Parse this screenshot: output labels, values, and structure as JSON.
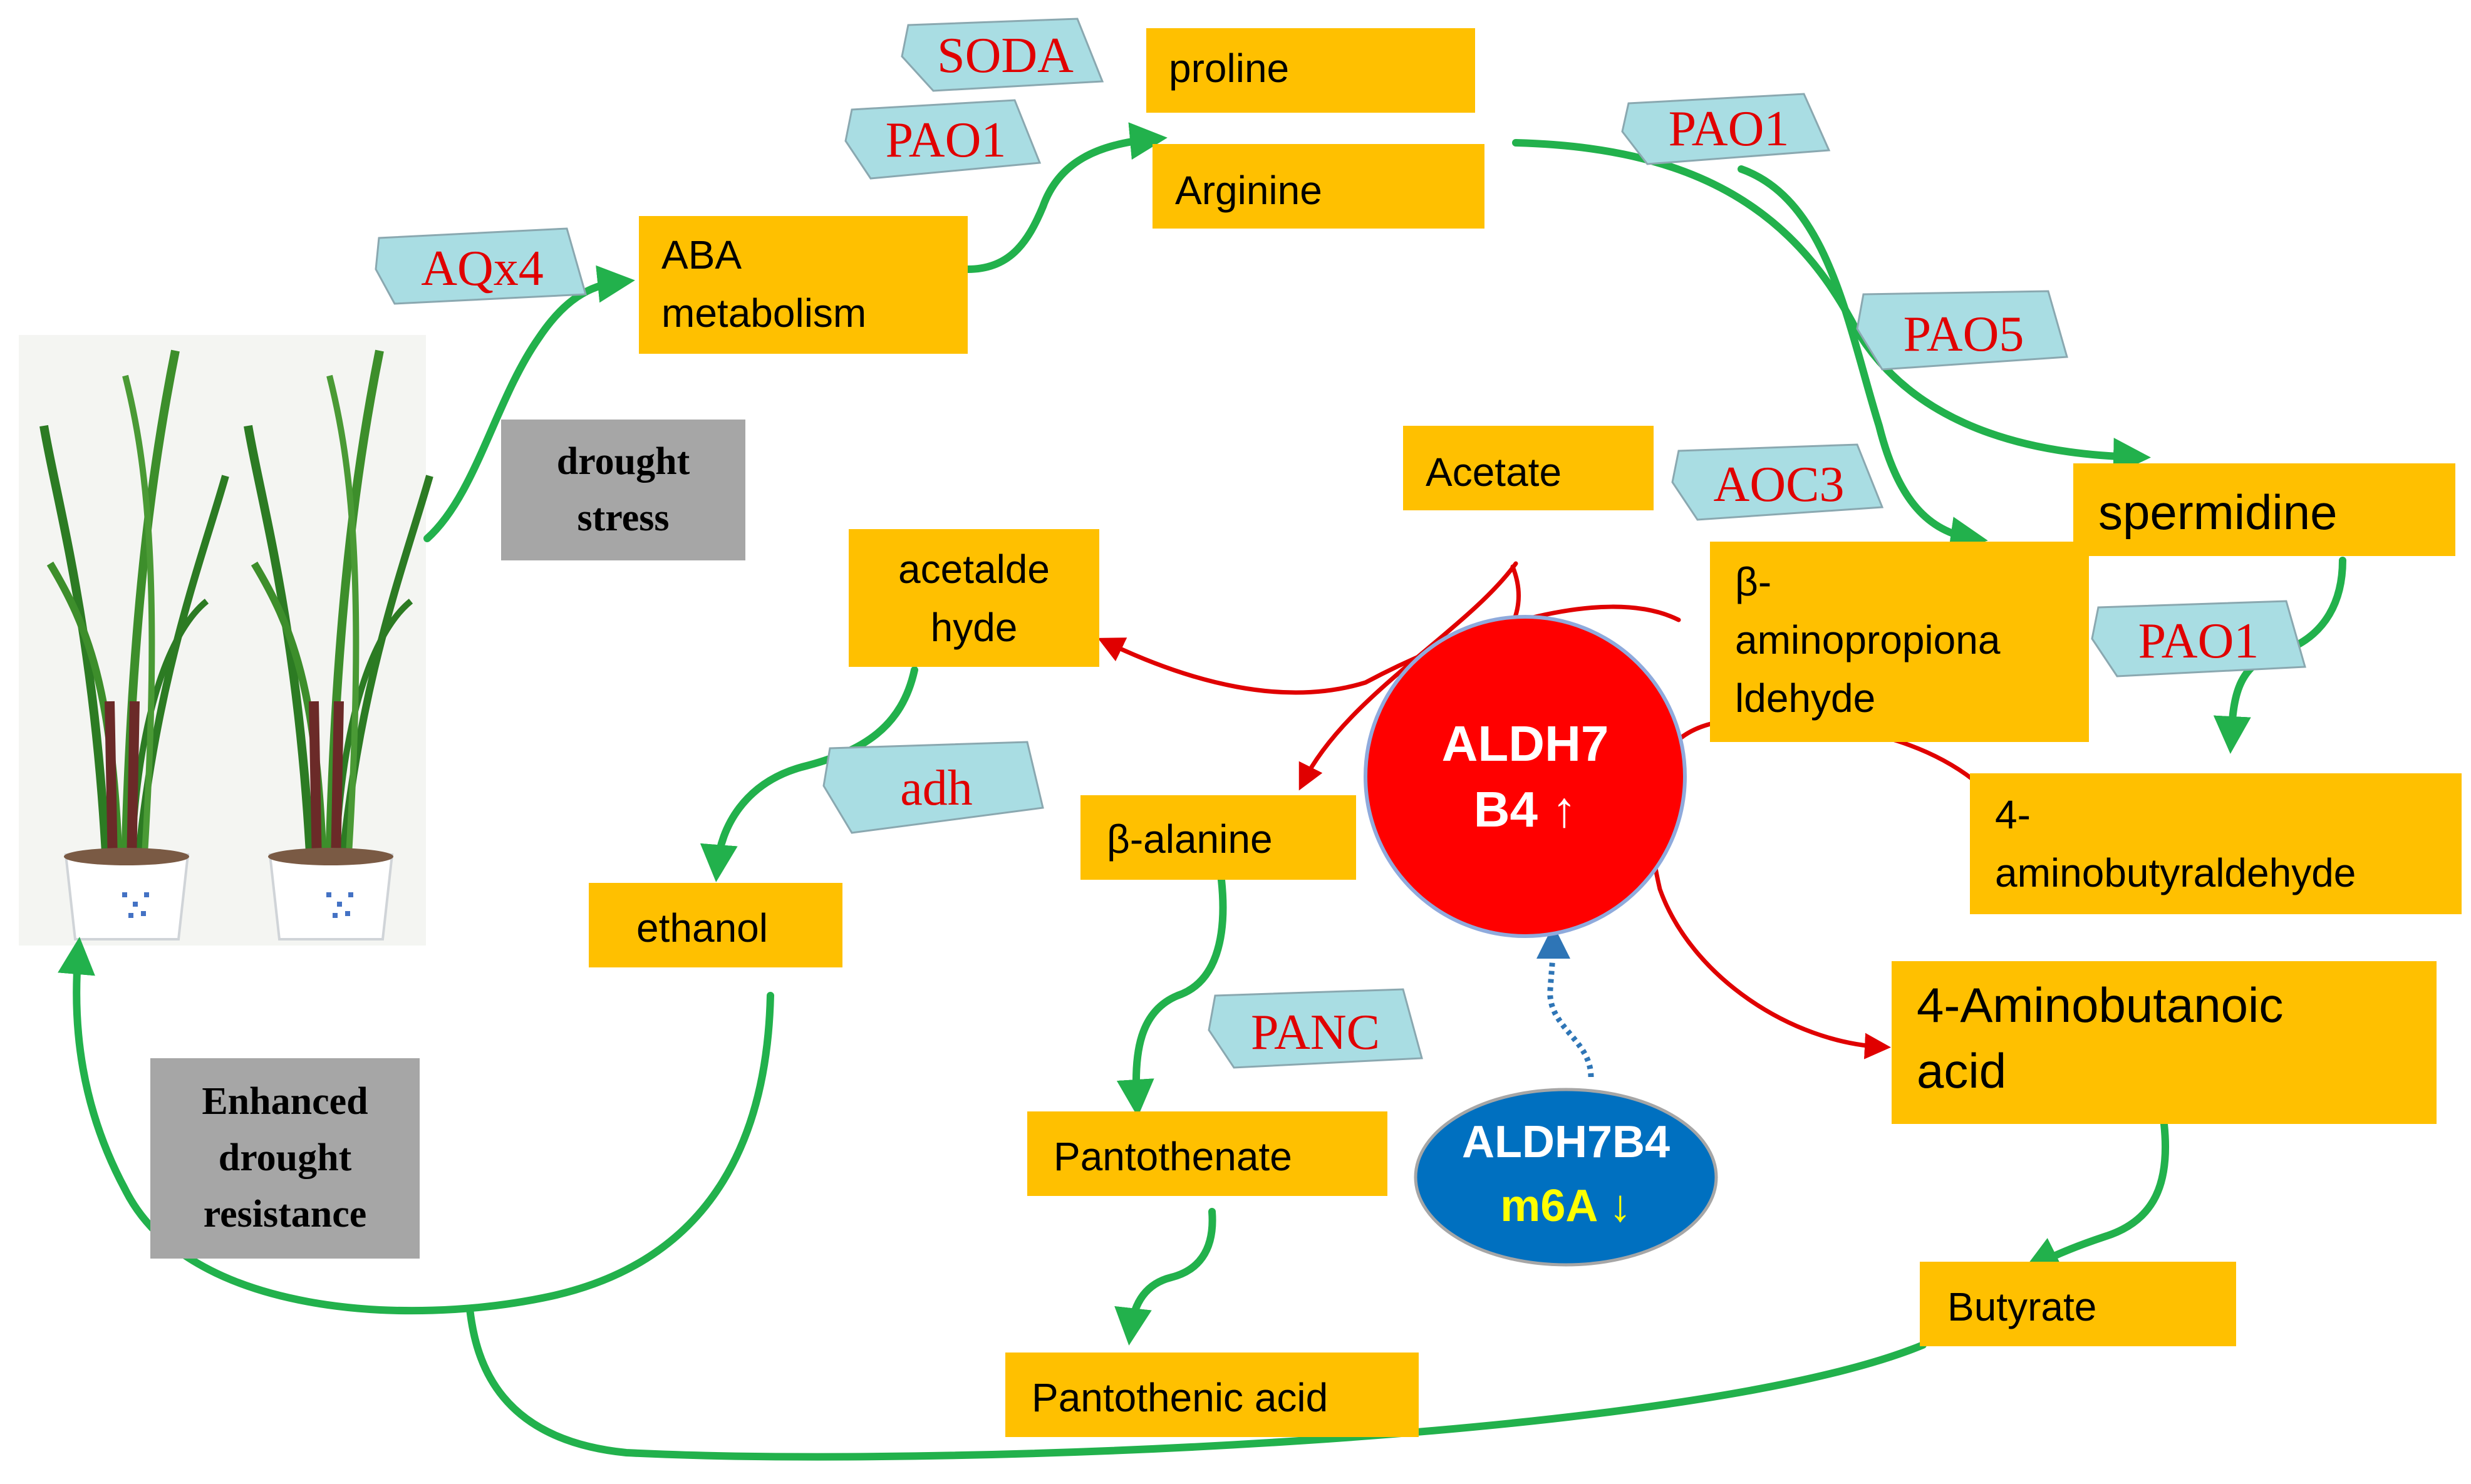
{
  "metabolites": {
    "proline": "proline",
    "arginine": "Arginine",
    "aba": "ABA\nmetabolism",
    "acetate": "Acetate",
    "spermidine": "spermidine",
    "acetaldehyde": "acetalde\nhyde",
    "beta_aminopropionaldehyde": "β-\naminopropiona\nldehyde",
    "aminobutyraldehyde": "4-\naminobutyraldehyde",
    "beta_alanine": "β-alanine",
    "ethanol": "ethanol",
    "aminobutanoic_acid": "4-Aminobutanoic\nacid",
    "pantothenate": "Pantothenate",
    "butyrate": "Butyrate",
    "pantothenic_acid": "Pantothenic acid"
  },
  "genes": {
    "soda": "SODA",
    "pao1_top": "PAO1",
    "pao1_right": "PAO1",
    "aqx4": "AQx4",
    "pao5": "PAO5",
    "aoc3": "AOC3",
    "pao1_spermidine": "PAO1",
    "adh": "adh",
    "panc": "PANC"
  },
  "conditions": {
    "drought_stress": "drought\nstress",
    "enhanced_resistance": "Enhanced\ndrought\nresistance"
  },
  "center": {
    "line1": "ALDH7",
    "line2": "B4 ↑"
  },
  "modifier": {
    "line1": "ALDH7B4",
    "line2": "m6A ↓"
  },
  "colors": {
    "box_fill": "#ffc000",
    "gene_tag_fill": "#a9dde3",
    "gene_text": "#e00000",
    "green_arrow": "#22b14c",
    "red_arrow": "#e00000",
    "center_fill": "#ff0000",
    "modifier_fill": "#0070c0",
    "modifier_highlight": "#ffff00",
    "condition_fill": "#a6a6a6"
  },
  "image": {
    "plants": "two potted rice plants"
  }
}
